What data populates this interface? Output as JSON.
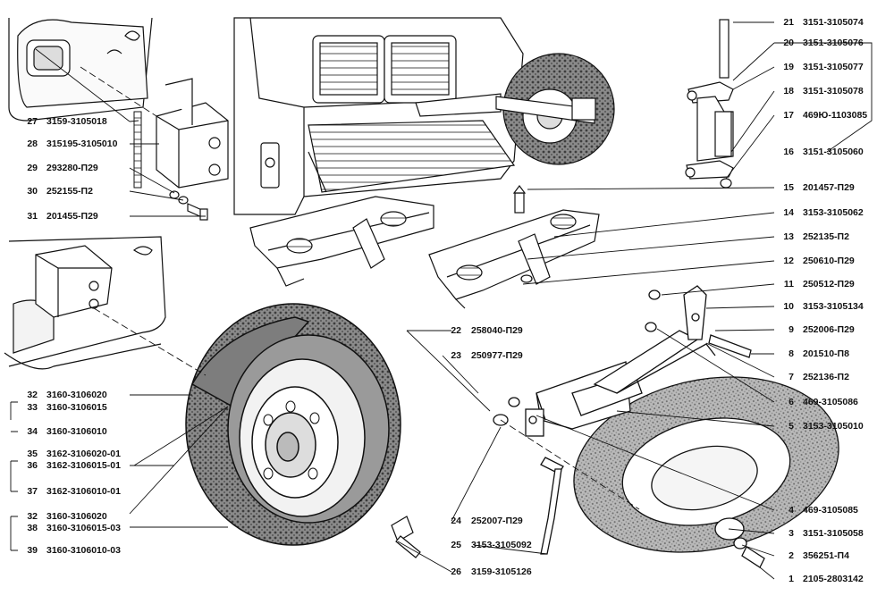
{
  "diagram": {
    "callouts_right": [
      {
        "n": "21",
        "code": "3151-3105074"
      },
      {
        "n": "20",
        "code": "3151-3105076"
      },
      {
        "n": "19",
        "code": "3151-3105077"
      },
      {
        "n": "18",
        "code": "3151-3105078"
      },
      {
        "n": "17",
        "code": "469Ю-1103085"
      },
      {
        "n": "16",
        "code": "3151-3105060"
      },
      {
        "n": "15",
        "code": "201457-П29"
      },
      {
        "n": "14",
        "code": "3153-3105062"
      },
      {
        "n": "13",
        "code": "252135-П2"
      },
      {
        "n": "12",
        "code": "250610-П29"
      },
      {
        "n": "11",
        "code": "250512-П29"
      },
      {
        "n": "10",
        "code": "3153-3105134"
      },
      {
        "n": "9",
        "code": "252006-П29"
      },
      {
        "n": "8",
        "code": "201510-П8"
      },
      {
        "n": "7",
        "code": "252136-П2"
      },
      {
        "n": "6",
        "code": "469-3105086"
      },
      {
        "n": "5",
        "code": "3153-3105010"
      },
      {
        "n": "4",
        "code": "469-3105085"
      },
      {
        "n": "3",
        "code": "3151-3105058"
      },
      {
        "n": "2",
        "code": "356251-П4"
      },
      {
        "n": "1",
        "code": "2105-2803142"
      }
    ],
    "callouts_left_top": [
      {
        "n": "27",
        "code": "3159-3105018"
      },
      {
        "n": "28",
        "code": "315195-3105010"
      },
      {
        "n": "29",
        "code": "293280-П29"
      },
      {
        "n": "30",
        "code": "252155-П2"
      },
      {
        "n": "31",
        "code": "201455-П29"
      }
    ],
    "callouts_left_bottom": [
      {
        "n": "32",
        "code": "3160-3106020"
      },
      {
        "n": "33",
        "code": "3160-3106015"
      },
      {
        "n": "34",
        "code": "3160-3106010"
      },
      {
        "n": "35",
        "code": "3162-3106020-01"
      },
      {
        "n": "36",
        "code": "3162-3106015-01"
      },
      {
        "n": "37",
        "code": "3162-3106010-01"
      },
      {
        "n": "32",
        "code": "3160-3106020"
      },
      {
        "n": "38",
        "code": "3160-3106015-03"
      },
      {
        "n": "39",
        "code": "3160-3106010-03"
      }
    ],
    "callouts_center": [
      {
        "n": "22",
        "code": "258040-П29"
      },
      {
        "n": "23",
        "code": "250977-П29"
      },
      {
        "n": "24",
        "code": "252007-П29"
      },
      {
        "n": "25",
        "code": "3153-3105092"
      },
      {
        "n": "26",
        "code": "3159-3105126"
      }
    ],
    "colors": {
      "ink": "#111111",
      "paper": "#ffffff",
      "tire": "#7a7a7a",
      "tire_dark": "#4a4a4a",
      "rim": "#e8e8e8"
    }
  }
}
